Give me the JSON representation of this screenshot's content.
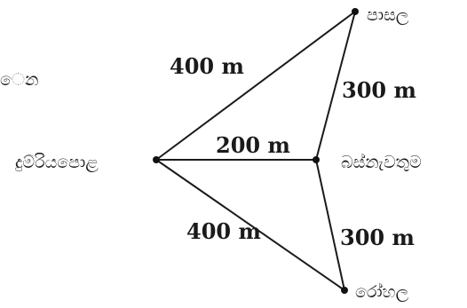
{
  "places": {
    "school": "පාසල",
    "station": "දුම්රියපොළ",
    "junction": "බස්නැවතුම",
    "hospital": "රෝහල",
    "left_fragment": "ෙන"
  },
  "distances": {
    "station_school": "400 m",
    "station_junction": "200 m",
    "station_hospital": "400 m",
    "school_junction": "300 m",
    "junction_hospital": "300 m"
  },
  "colors": {
    "line": "#1a1a1a",
    "background": "#ffffff"
  }
}
